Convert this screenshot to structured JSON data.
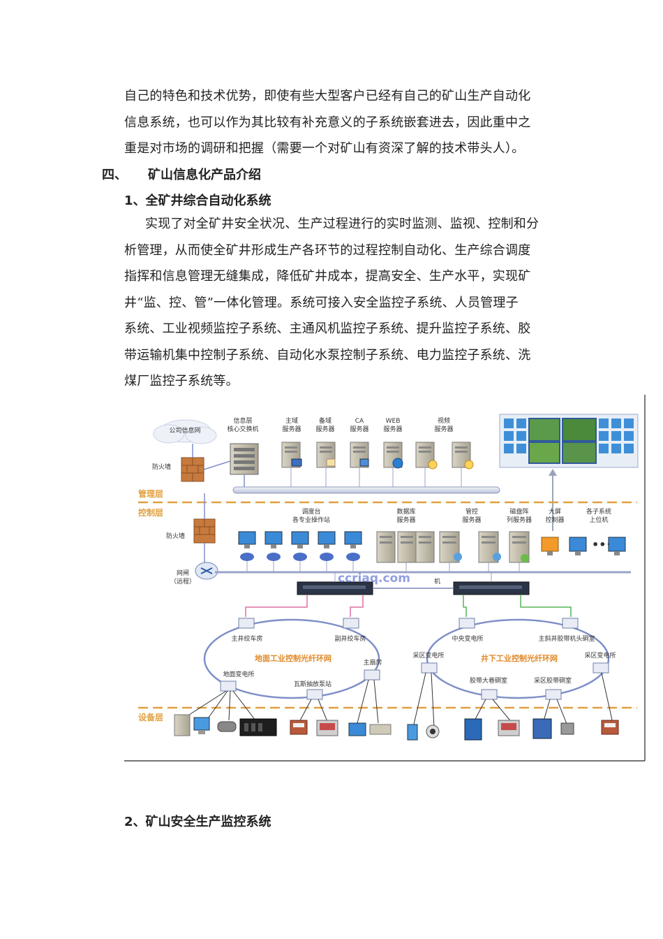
{
  "intro_lines": [
    "自己的特色和技术优势，即使有些大型客户已经有自己的矿山生产自动化",
    "信息系统，也可以作为其比较有补充意义的子系统嵌套进去，因此重中之",
    "重是对市场的调研和把握（需要一个对矿山有资深了解的技术带头人）。"
  ],
  "section4": {
    "number": "四、",
    "title": "矿山信息化产品介绍"
  },
  "item1": {
    "title": "1、全矿井综合自动化系统"
  },
  "body_lines": [
    "实现了对全矿井安全状况、生产过程进行的实时监测、监视、控制和分",
    "析管理，从而使全矿井形成生产各环节的过程控制自动化、生产综合调度",
    "指挥和信息管理无缝集成，降低矿井成本，提高安全、生产水平，实现矿",
    "井“监、控、管”一体化管理。系统可接入安全监控子系统、人员管理子",
    "系统、工业视频监控子系统、主通风机监控子系统、提升监控子系统、胶",
    "带运输机集中控制子系统、自动化水泵控制子系统、电力监控子系统、洗",
    "煤厂监控子系统等。"
  ],
  "diagram": {
    "cloud": "公司信息网",
    "firewall_top": "防火墙",
    "core_switch": [
      "信息层",
      "核心交换机"
    ],
    "servers": [
      [
        "主域",
        "服务器"
      ],
      [
        "备域",
        "服务器"
      ],
      [
        "CA",
        "服务器"
      ],
      [
        "WEB",
        "服务器"
      ],
      [
        "视频",
        "服务器"
      ]
    ],
    "layer_mgmt": "管理层",
    "layer_ctrl": "控制层",
    "layer_device": "设备层",
    "workstations": [
      "调度台",
      "各专业操作站"
    ],
    "ctrl_servers": [
      [
        "数据库",
        "服务器"
      ],
      [
        "管控",
        "服务器"
      ],
      [
        "磁盘阵",
        "列服务器"
      ],
      [
        "大屏",
        "控制器"
      ],
      [
        "各子系统",
        "上位机"
      ]
    ],
    "firewall_mid": "防火墙",
    "router": [
      "网闸",
      "（远程）"
    ],
    "watermark": "ccriaq.com",
    "switch_right_label": "机",
    "ring_left": "地面工业控制光纤环网",
    "ring_right": "井下工业控制光纤环网",
    "nodes_left": [
      "主井绞车房",
      "副井绞车房",
      "地面变电所",
      "瓦斯抽放泵站",
      "主扇房"
    ],
    "nodes_right": [
      "中央变电所",
      "主斜井胶带机头硐室",
      "采区变电所",
      "采区变电所",
      "胶带大巷硐室",
      "采区胶带硐室"
    ],
    "colors": {
      "layer_line": "#e0a040",
      "ring": "#7f8fc8",
      "bus": "#9aa3c8",
      "pink": "#e06fa0",
      "green": "#57b35a"
    }
  },
  "item2": {
    "title": "2、矿山安全生产监控系统"
  }
}
